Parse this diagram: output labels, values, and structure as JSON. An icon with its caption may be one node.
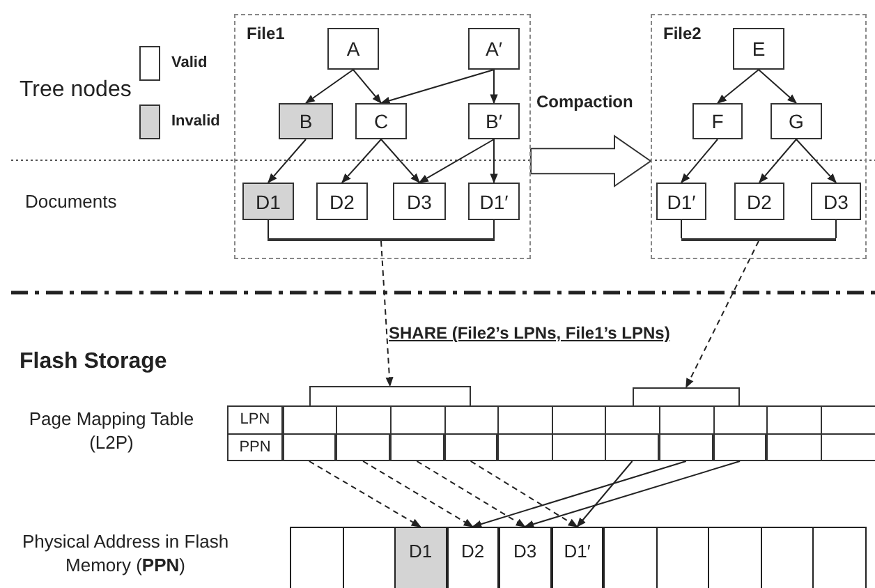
{
  "diagram": {
    "nodes": [
      {
        "text": [
          "File1"
        ]
      },
      {
        "text": [
          "A"
        ],
        "in": 0
      },
      {
        "text": [
          "A′"
        ],
        "in": 0
      },
      {
        "text": [
          "B"
        ],
        "in": 0
      },
      {
        "text": [
          "C"
        ],
        "in": 0
      },
      {
        "text": [
          "B′"
        ],
        "in": 0
      },
      {
        "text": [
          "D1"
        ],
        "in": 0
      },
      {
        "text": [
          "D2"
        ],
        "in": 0
      },
      {
        "text": [
          "D3"
        ],
        "in": 0
      },
      {
        "text": [
          "D1′"
        ],
        "in": 0
      },
      {
        "text": [
          "File2"
        ]
      },
      {
        "text": [
          "E"
        ],
        "in": 10
      },
      {
        "text": [
          "F"
        ],
        "in": 10
      },
      {
        "text": [
          "G"
        ],
        "in": 10
      },
      {
        "text": [
          "D1′"
        ],
        "in": 10
      },
      {
        "text": [
          "D2"
        ],
        "in": 10
      },
      {
        "text": [
          "D3"
        ],
        "in": 10
      },
      {
        "text": [],
        "shape": "bracket"
      },
      {
        "text": [],
        "shape": "bracket"
      },
      {
        "text": [],
        "shape": "box"
      },
      {
        "text": [],
        "shape": "box"
      },
      {
        "text": [],
        "shape": "box"
      },
      {
        "text": [],
        "shape": "box"
      },
      {
        "text": [],
        "shape": "box"
      },
      {
        "text": [],
        "shape": "box"
      },
      {
        "text": [],
        "shape": "box"
      },
      {
        "text": [
          "D1"
        ]
      },
      {
        "text": [
          "D2"
        ]
      },
      {
        "text": [
          "D3"
        ]
      },
      {
        "text": [
          "D1′"
        ]
      },
      {
        "text": [],
        "shape": "bar",
        "in": 0
      },
      {
        "text": [],
        "shape": "bar",
        "in": 10
      }
    ],
    "edges": [
      {
        "from": 1,
        "to": 3,
        "arrow": "to"
      },
      {
        "from": 1,
        "to": 4,
        "arrow": "to"
      },
      {
        "from": 2,
        "to": 4,
        "arrow": "to"
      },
      {
        "from": 2,
        "to": 5,
        "arrow": "to"
      },
      {
        "from": 3,
        "to": 6,
        "arrow": "to"
      },
      {
        "from": 4,
        "to": 7,
        "arrow": "to"
      },
      {
        "from": 4,
        "to": 8,
        "arrow": "to"
      },
      {
        "from": 5,
        "to": 8,
        "arrow": "to"
      },
      {
        "from": 5,
        "to": 9,
        "arrow": "to"
      },
      {
        "from": 11,
        "to": 12,
        "arrow": "to"
      },
      {
        "from": 11,
        "to": 13,
        "arrow": "to"
      },
      {
        "from": 12,
        "to": 14,
        "arrow": "to"
      },
      {
        "from": 13,
        "to": 15,
        "arrow": "to"
      },
      {
        "from": 13,
        "to": 16,
        "arrow": "to"
      },
      {
        "from": 0,
        "to": 10,
        "arrow": "to",
        "label": "Compaction",
        "style": "thick"
      },
      {
        "from": 30,
        "to": 17,
        "arrow": "to",
        "style": "dashed"
      },
      {
        "from": 31,
        "to": 18,
        "arrow": "to",
        "style": "dashed"
      },
      {
        "from": 19,
        "to": 26,
        "arrow": "to",
        "style": "dashed"
      },
      {
        "from": 20,
        "to": 27,
        "arrow": "to",
        "style": "dashed"
      },
      {
        "from": 21,
        "to": 28,
        "arrow": "to",
        "style": "dashed"
      },
      {
        "from": 22,
        "to": 29,
        "arrow": "to",
        "style": "dashed"
      },
      {
        "from": 23,
        "to": 29,
        "arrow": "to"
      },
      {
        "from": 24,
        "to": 27,
        "arrow": "to"
      },
      {
        "from": 25,
        "to": 28,
        "arrow": "to"
      },
      {
        "from": 6,
        "to": 30,
        "arrow": "none"
      },
      {
        "from": 9,
        "to": 30,
        "arrow": "none"
      },
      {
        "from": 14,
        "to": 31,
        "arrow": "none"
      },
      {
        "from": 16,
        "to": 31,
        "arrow": "none"
      }
    ],
    "labels": [
      "Tree nodes",
      "Documents",
      "SHARE (File2’s LPNs, File1’s LPNs)",
      "Flash Storage",
      "Page Mapping Table (L2P)",
      "LPN",
      "PPN",
      "Physical Address in Flash Memory (**PPN**)"
    ],
    "legend": [
      {
        "text": "Valid",
        "color": "#ffffff"
      },
      {
        "text": "Invalid",
        "color": "#d4d4d4"
      }
    ]
  }
}
